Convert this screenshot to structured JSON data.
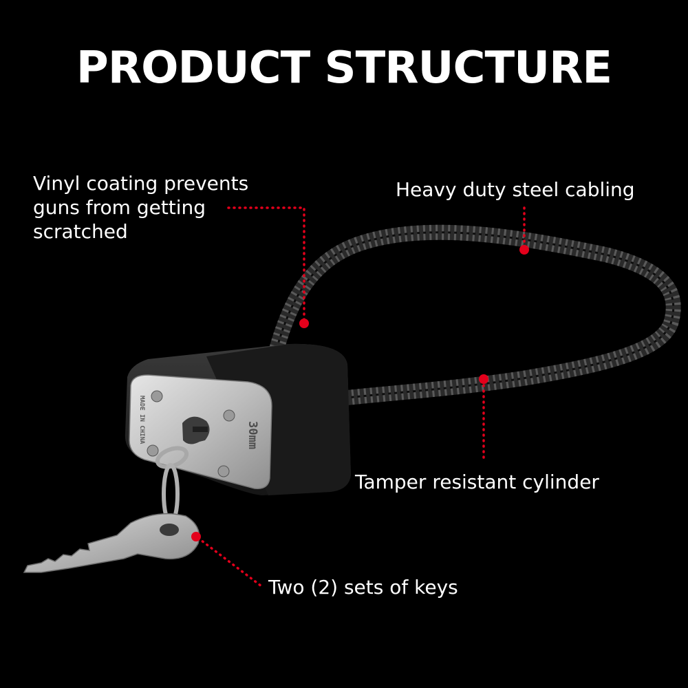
{
  "title": "PRODUCT STRUCTURE",
  "callouts": {
    "vinyl_coating": {
      "lines": [
        "Vinyl coating prevents",
        "guns from getting",
        "scratched"
      ]
    },
    "steel_cabling": "Heavy duty steel cabling",
    "cylinder": "Tamper resistant cylinder",
    "keys": "Two (2) sets of keys"
  },
  "lock_markings": {
    "size": "30mm",
    "origin": "MADE IN CHINA"
  },
  "colors": {
    "background": "#000000",
    "text": "#ffffff",
    "accent": "#e3001b",
    "cable": "#1c1c1c",
    "lock_body": "#222222",
    "lock_face": "#c9c9c9",
    "key": "#bdbdbd"
  }
}
